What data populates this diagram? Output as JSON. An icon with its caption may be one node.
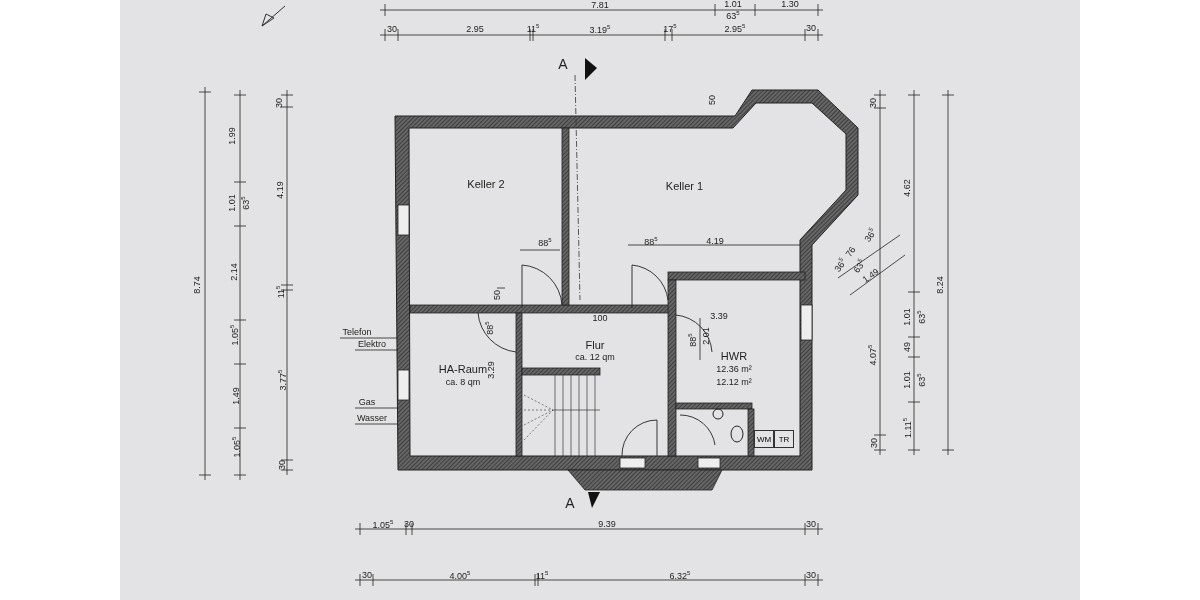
{
  "diagram": {
    "nodes": [
      {
        "text": [
          "Keller 2"
        ]
      },
      {
        "text": [
          "Keller 1"
        ]
      },
      {
        "text": [
          "HA-Raum",
          "ca. 8 qm"
        ]
      },
      {
        "text": [
          "Flur",
          "ca. 12 qm"
        ]
      },
      {
        "text": [
          "HWR",
          "12.36 m²",
          "12.12 m²"
        ]
      },
      {
        "text": [
          "WM"
        ],
        "in": 4
      },
      {
        "text": [
          "TR"
        ],
        "in": 4
      }
    ],
    "edges": [],
    "labels": [
      "7.81",
      "1.01",
      "63$^{5}$",
      "1.30",
      "30",
      "2.95",
      "11$^{5}$",
      "3.19$^{5}$",
      "17$^{5}$",
      "2.95$^{5}$",
      "30",
      "A",
      "8.74",
      "1.99",
      "1.01",
      "63$^{5}$",
      "2.14",
      "1.05$^{5}$",
      "1.49",
      "1.05$^{5}$",
      "30",
      "4.19",
      "11$^{5}$",
      "3.77$^{5}$",
      "30",
      "Telefon",
      "Elektro",
      "Gas",
      "Wasser",
      "50",
      "88$^{5}$",
      "88$^{5}$",
      "4.19",
      "50",
      "100",
      "88$^{5}$",
      "3.29",
      "88$^{5}$",
      "2.01",
      "3.39",
      "A",
      "30",
      "4.62",
      "8.24",
      "36$^{5}$",
      "76",
      "63$^{5}$",
      "36$^{5}$",
      "1.49",
      "1.01",
      "63$^{5}$",
      "49",
      "1.01",
      "63$^{5}$",
      "4.07$^{5}$",
      "1.11$^{5}$",
      "30",
      "1.05$^{5}$",
      "30",
      "9.39",
      "30",
      "30",
      "4.00$^{5}$",
      "11$^{5}$",
      "6.32$^{5}$",
      "30"
    ]
  }
}
